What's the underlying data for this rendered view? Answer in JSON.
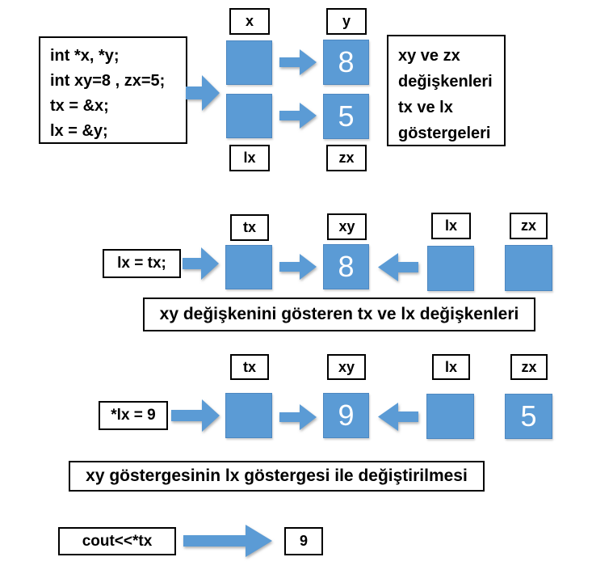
{
  "colors": {
    "accent_blue": "#5B9BD5",
    "square_border": "#4d87c0",
    "box_border": "#000000",
    "value_text": "#ffffff"
  },
  "section1": {
    "code_lines": [
      "int *x, *y;",
      "int xy=8 , zx=5;",
      "tx = &x;",
      "lx = &y;"
    ],
    "labels": {
      "x": "x",
      "y": "y",
      "lx": "lx",
      "zx": "zx"
    },
    "values": {
      "y_cell": "8",
      "zx_cell": "5"
    },
    "description_lines": [
      "xy ve zx",
      "değişkenleri",
      "tx ve lx",
      "göstergeleri"
    ]
  },
  "section2": {
    "statement": "lx = tx;",
    "labels": {
      "tx": "tx",
      "xy": "xy",
      "lx": "lx",
      "zx": "zx"
    },
    "values": {
      "xy_cell": "8"
    },
    "caption": "xy değişkenini gösteren tx ve lx değişkenleri"
  },
  "section3": {
    "statement": "*lx = 9",
    "labels": {
      "tx": "tx",
      "xy": "xy",
      "lx": "lx",
      "zx": "zx"
    },
    "values": {
      "xy_cell": "9",
      "zx_cell": "5"
    },
    "caption": "xy göstergesinin lx göstergesi ile değiştirilmesi"
  },
  "section4": {
    "statement": "cout<<*tx",
    "result": "9"
  }
}
